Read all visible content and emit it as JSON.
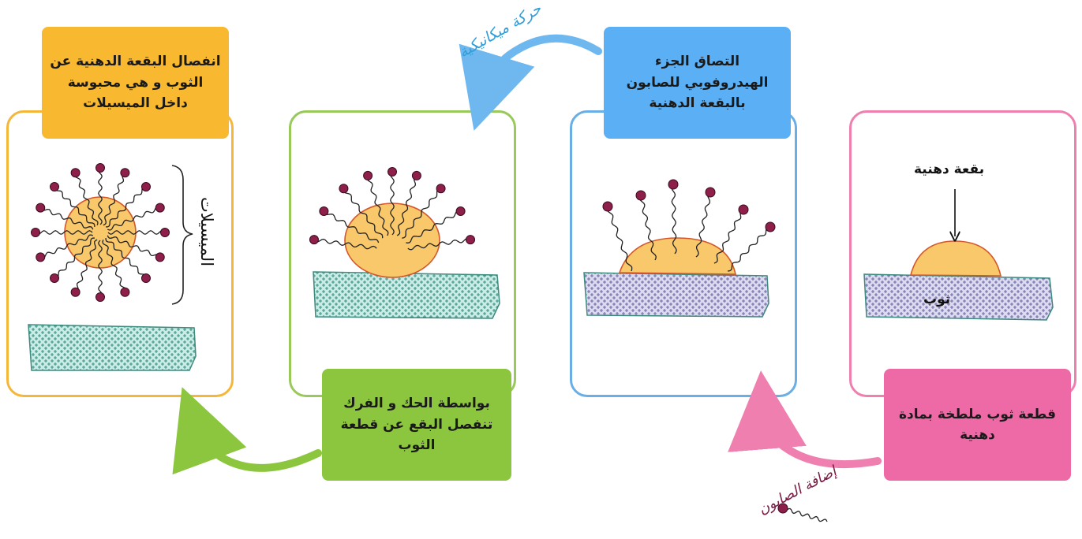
{
  "panels": {
    "stain_removed": {
      "caption": "انفصال البقعة الدهنية عن الثوب و هي محبوسة داخل الميسيلات",
      "brace_label": "الميسيلات",
      "colors": {
        "frame": "#f4b73a",
        "caption_bg": "#f8b830"
      }
    },
    "rubbing": {
      "caption": "بواسطة الحك و الفرك تنفصل البقع عن قطعة الثوب",
      "colors": {
        "frame": "#98c95a",
        "caption_bg": "#8cc63f"
      }
    },
    "attachment": {
      "caption": "التصاق الجزء الهيدروفوبي للصابون بالبقعة الدهنية",
      "colors": {
        "frame": "#6aaee6",
        "caption_bg": "#5bb0f5"
      }
    },
    "stained_cloth": {
      "caption": "قطعة ثوب ملطخة بمادة دهنية",
      "stain_label": "بقعة دهنية",
      "cloth_label": "ثوب",
      "colors": {
        "frame": "#ee7fae",
        "caption_bg": "#ee6aa7"
      }
    }
  },
  "arrows": {
    "add_soap": {
      "label": "إضافة الصابون",
      "color": "#ee7fae"
    },
    "mechanical": {
      "label": "حركة ميكانيكية",
      "color": "#6fb7ef"
    },
    "green": {
      "color": "#8cc63f"
    }
  },
  "colors": {
    "oil": "#f9c86a",
    "oil_outline": "#d4562a",
    "soap_head": "#8e1f4a",
    "cloth_teal": "#c9ece6",
    "cloth_lilac": "#d8d6ec",
    "cloth_outline": "#3d8a7e"
  }
}
